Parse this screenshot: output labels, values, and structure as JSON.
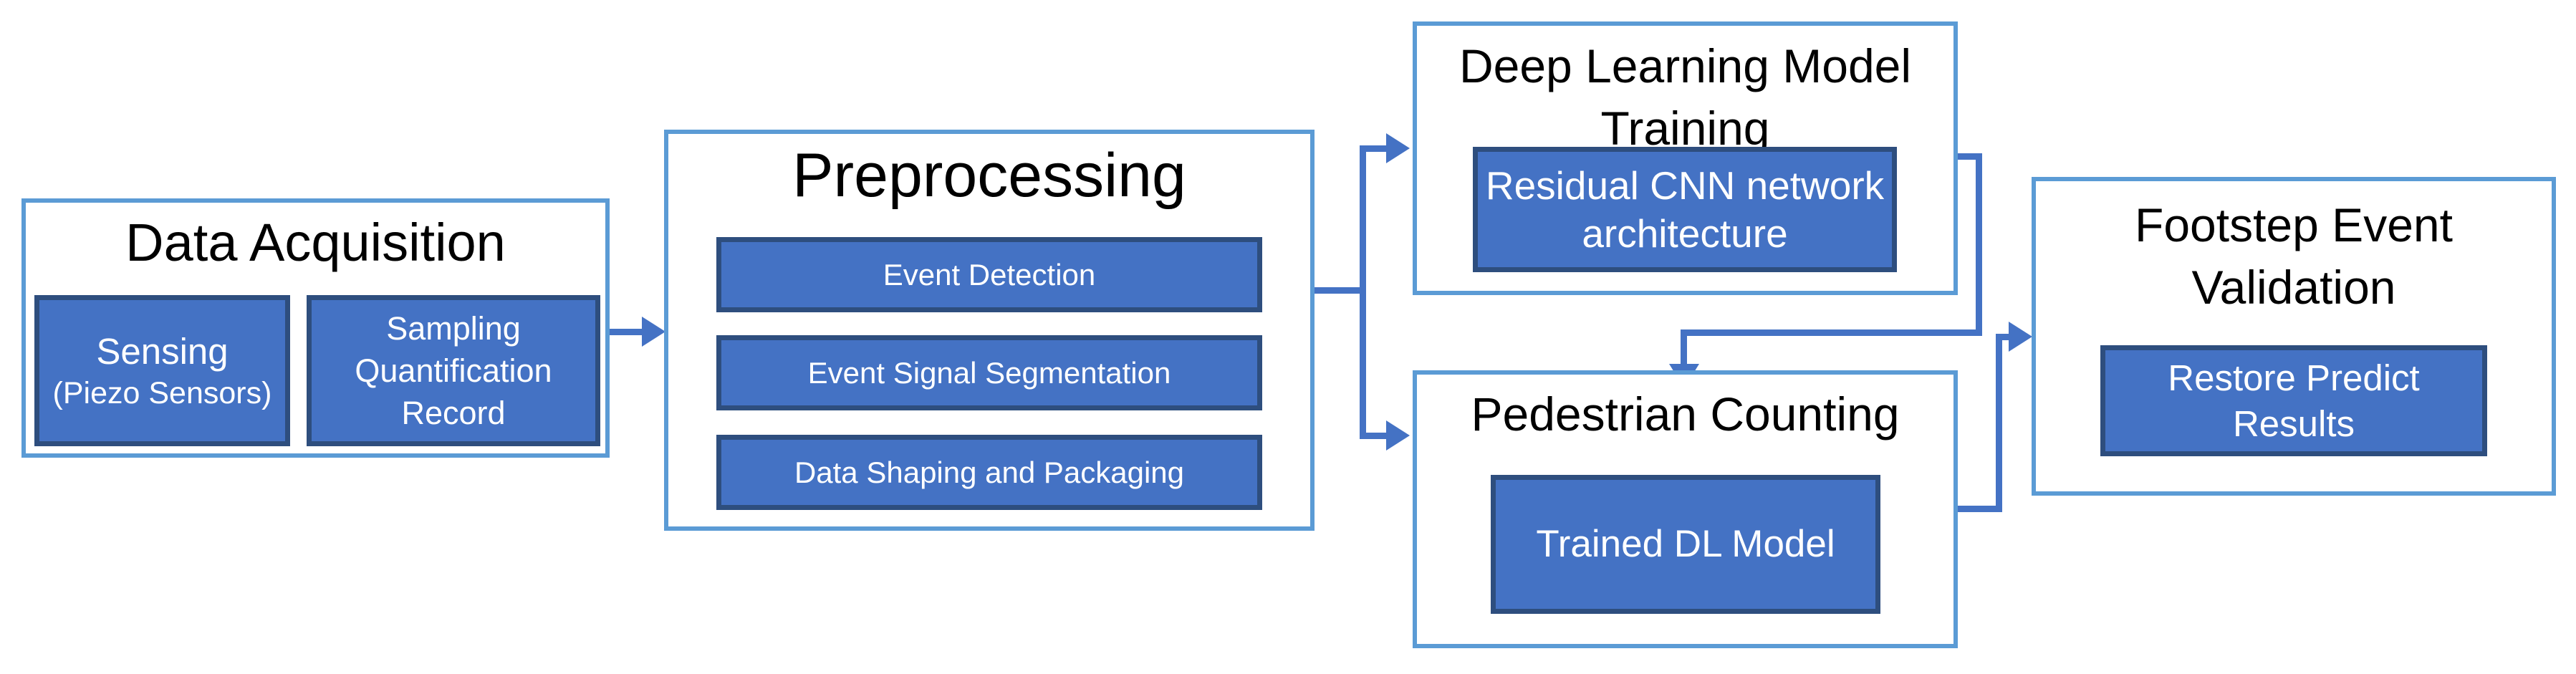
{
  "colors": {
    "background": "#FFFFFF",
    "outer_border": "#5B9BD5",
    "inner_fill": "#4472C4",
    "inner_border": "#2E4E7E",
    "connector": "#4472C4",
    "text_dark": "#000000",
    "text_light": "#FFFFFF"
  },
  "diagram": {
    "data_acquisition": {
      "title": "Data Acquisition",
      "sensing": {
        "line1": "Sensing",
        "line2": "(Piezo Sensors)"
      },
      "sampling": {
        "line1": "Sampling",
        "line2": "Quantification",
        "line3": "Record"
      }
    },
    "preprocessing": {
      "title": "Preprocessing",
      "items": [
        "Event Detection",
        "Event Signal Segmentation",
        "Data Shaping and Packaging"
      ]
    },
    "dl_training": {
      "title_line1": "Deep Learning Model",
      "title_line2": "Training",
      "item_line1": "Residual CNN network",
      "item_line2": "architecture"
    },
    "pedestrian_counting": {
      "title": "Pedestrian Counting",
      "item": "Trained DL Model"
    },
    "footstep_validation": {
      "title_line1": "Footstep Event",
      "title_line2": "Validation",
      "item_line1": "Restore Predict",
      "item_line2": "Results"
    }
  }
}
